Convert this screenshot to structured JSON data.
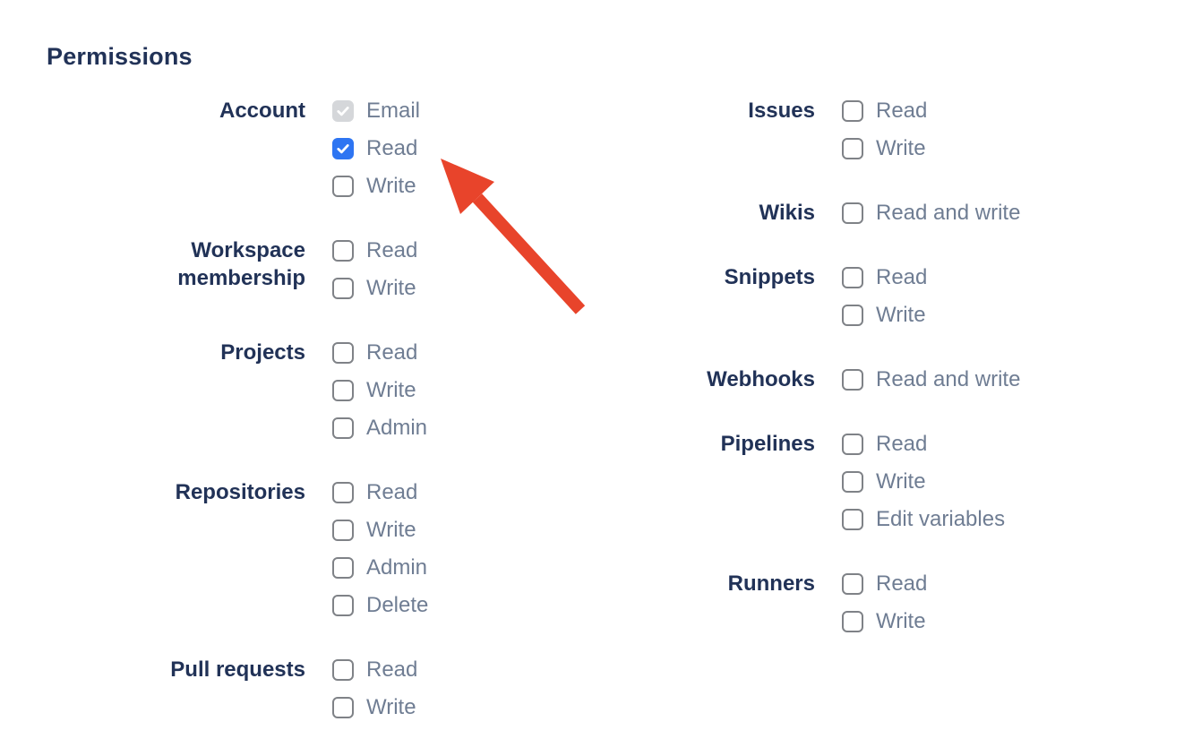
{
  "title": "Permissions",
  "colors": {
    "heading_navy": "#213257",
    "group_label_navy": "#213257",
    "option_text_gray": "#6f7d93",
    "checkbox_border_gray": "#7f8287",
    "checked_blue": "#2e75f2",
    "disabled_checked_gray": "#d5d7da",
    "arrow_red": "#e8442b",
    "background": "#ffffff"
  },
  "permissions": {
    "columns": [
      {
        "groups": [
          {
            "label": "Account",
            "options": [
              {
                "label": "Email",
                "checked": true,
                "disabled": true
              },
              {
                "label": "Read",
                "checked": true,
                "disabled": false
              },
              {
                "label": "Write",
                "checked": false,
                "disabled": false
              }
            ]
          },
          {
            "label": "Workspace membership",
            "options": [
              {
                "label": "Read",
                "checked": false,
                "disabled": false
              },
              {
                "label": "Write",
                "checked": false,
                "disabled": false
              }
            ]
          },
          {
            "label": "Projects",
            "options": [
              {
                "label": "Read",
                "checked": false,
                "disabled": false
              },
              {
                "label": "Write",
                "checked": false,
                "disabled": false
              },
              {
                "label": "Admin",
                "checked": false,
                "disabled": false
              }
            ]
          },
          {
            "label": "Repositories",
            "options": [
              {
                "label": "Read",
                "checked": false,
                "disabled": false
              },
              {
                "label": "Write",
                "checked": false,
                "disabled": false
              },
              {
                "label": "Admin",
                "checked": false,
                "disabled": false
              },
              {
                "label": "Delete",
                "checked": false,
                "disabled": false
              }
            ]
          },
          {
            "label": "Pull requests",
            "options": [
              {
                "label": "Read",
                "checked": false,
                "disabled": false
              },
              {
                "label": "Write",
                "checked": false,
                "disabled": false
              }
            ]
          }
        ]
      },
      {
        "groups": [
          {
            "label": "Issues",
            "options": [
              {
                "label": "Read",
                "checked": false,
                "disabled": false
              },
              {
                "label": "Write",
                "checked": false,
                "disabled": false
              }
            ]
          },
          {
            "label": "Wikis",
            "options": [
              {
                "label": "Read and write",
                "checked": false,
                "disabled": false
              }
            ]
          },
          {
            "label": "Snippets",
            "options": [
              {
                "label": "Read",
                "checked": false,
                "disabled": false
              },
              {
                "label": "Write",
                "checked": false,
                "disabled": false
              }
            ]
          },
          {
            "label": "Webhooks",
            "options": [
              {
                "label": "Read and write",
                "checked": false,
                "disabled": false
              }
            ]
          },
          {
            "label": "Pipelines",
            "options": [
              {
                "label": "Read",
                "checked": false,
                "disabled": false
              },
              {
                "label": "Write",
                "checked": false,
                "disabled": false
              },
              {
                "label": "Edit variables",
                "checked": false,
                "disabled": false
              }
            ]
          },
          {
            "label": "Runners",
            "options": [
              {
                "label": "Read",
                "checked": false,
                "disabled": false
              },
              {
                "label": "Write",
                "checked": false,
                "disabled": false
              }
            ]
          }
        ]
      }
    ]
  },
  "annotation": {
    "shape": "arrow",
    "color": "#e8442b",
    "points_at": "account-read-checkbox"
  }
}
